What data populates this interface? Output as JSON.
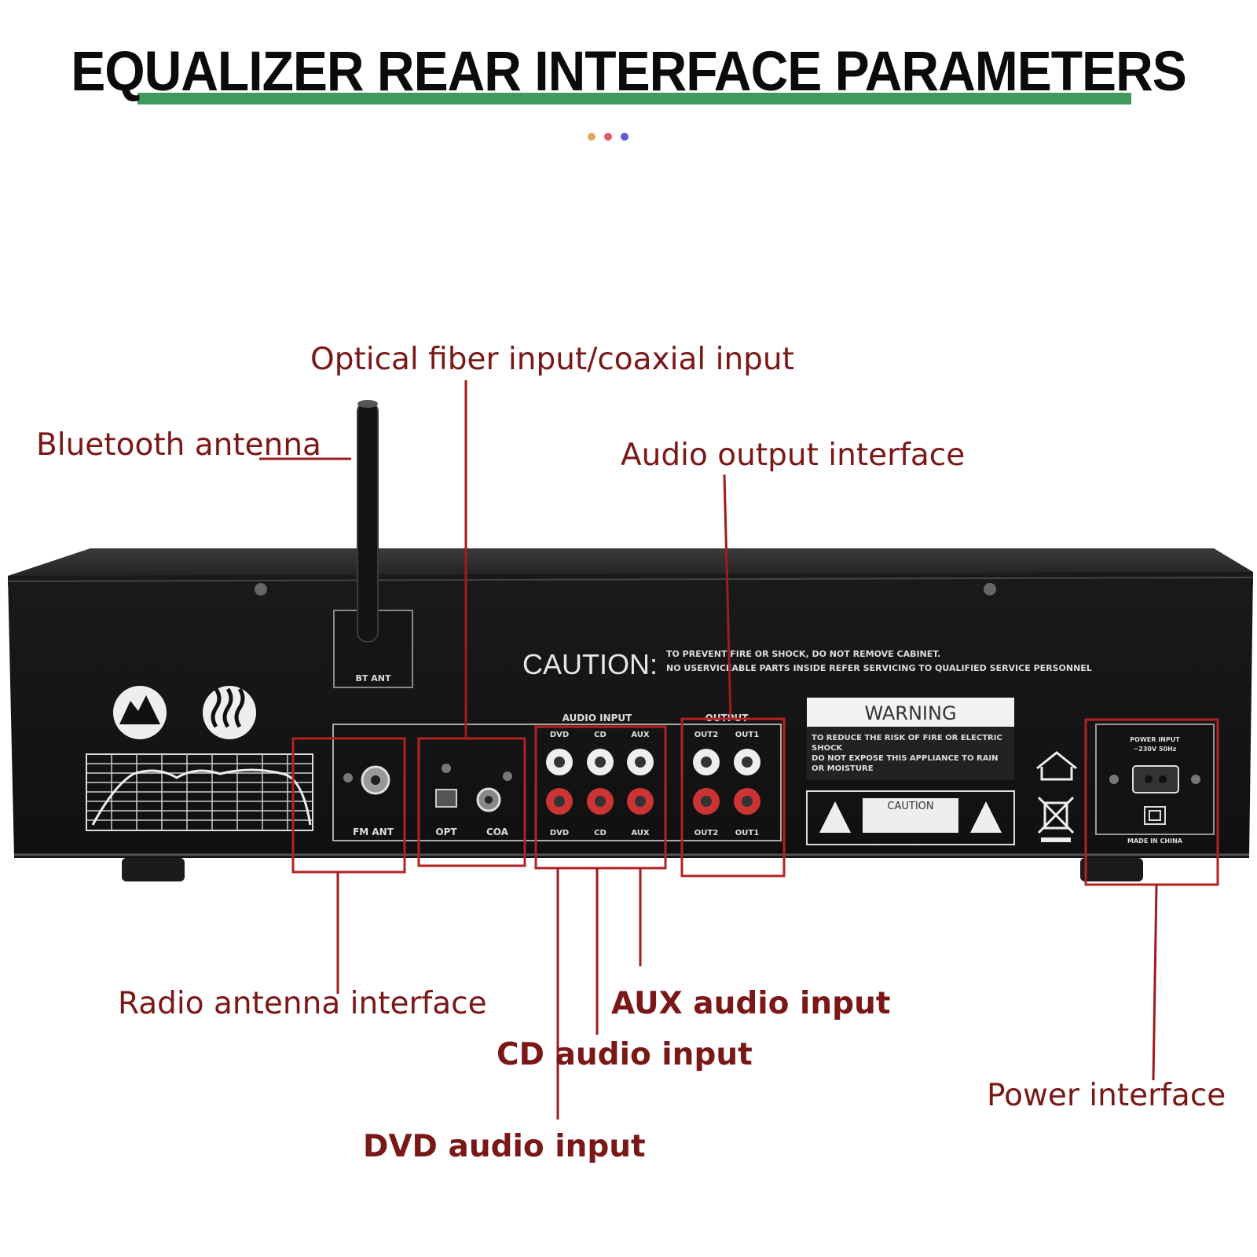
{
  "header": {
    "title": "EQUALIZER REAR INTERFACE PARAMETERS",
    "dot_colors": [
      "#e0a85a",
      "#e05a6a",
      "#5a5ad8"
    ],
    "underline_color": "#3f9a5e"
  },
  "callouts": {
    "optical": "Optical fiber input/coaxial input",
    "bluetooth": "Bluetooth antenna",
    "audio_output": "Audio output interface",
    "radio": "Radio antenna interface",
    "aux": "AUX audio input",
    "cd": "CD audio input",
    "power": "Power interface",
    "dvd": "DVD audio input",
    "callout_color": "#7a1717"
  },
  "panel": {
    "caution_title": "CAUTION:",
    "caution_line1": "TO PREVENT FIRE OR SHOCK, DO NOT REMOVE CABINET.",
    "caution_line2": "NO USERVICEABLE PARTS INSIDE REFER SERVICING TO QUALIFIED SERVICE PERSONNEL",
    "bt_ant": "BT ANT",
    "audio_input": "AUDIO INPUT",
    "output": "OUTPUT",
    "fm_ant": "FM ANT",
    "opt": "OPT",
    "coa": "COA",
    "dvd": "DVD",
    "cd": "CD",
    "aux": "AUX",
    "out2": "OUT2",
    "out1": "OUT1",
    "warning_title": "WARNING",
    "warning_text1": "TO REDUCE THE RISK OF FIRE OR ELECTRIC",
    "warning_text2": "SHOCK",
    "warning_text3": "DO NOT EXPOSE THIS APPLIANCE TO RAIN",
    "warning_text4": "OR MOISTURE",
    "caution_small": "CAUTION",
    "power_input": "POWER INPUT",
    "power_rating": "~230V 50Hz",
    "made_in": "MADE IN CHINA"
  }
}
